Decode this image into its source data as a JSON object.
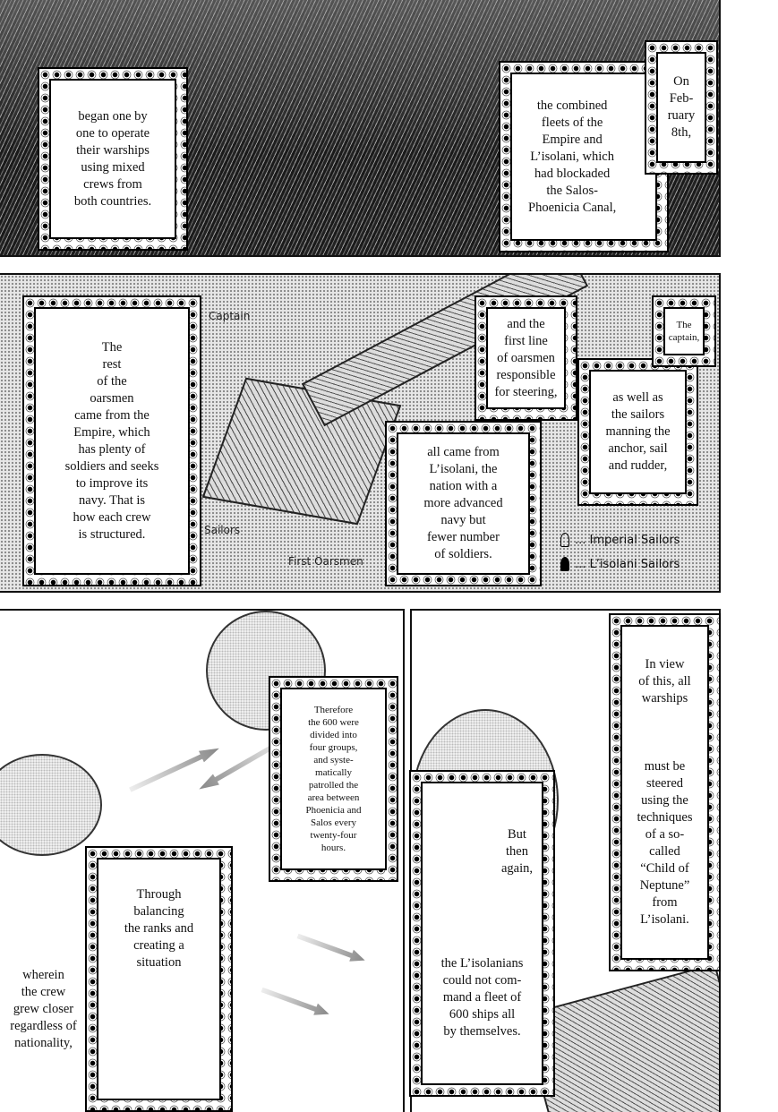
{
  "panel1": {
    "caption_left": "began one by\none to operate\ntheir warships\nusing mixed\ncrews from\nboth countries.",
    "caption_right_top": "On\nFeb-\nruary\n8th,",
    "caption_right_main": "the combined\nfleets of the\nEmpire and\nL’isolani, which\nhad blockaded\nthe Salos-\nPhoenicia Canal,"
  },
  "panel2": {
    "caption_left": "The\nrest\nof the\noarsmen\ncame from the\nEmpire, which\nhas plenty of\nsoldiers and seeks\nto improve its\nnavy. That is\nhow each crew\nis structured.",
    "caption_mid_top": "and the\nfirst line\nof oarsmen\nresponsible\nfor steering,",
    "caption_mid_bottom": "all came from\nL’isolani, the\nnation with a\nmore advanced\nnavy but\nfewer number\nof soldiers.",
    "caption_right_top": "The\ncaptain,",
    "caption_right_main": "as well as\nthe sailors\nmanning the\nanchor, sail\nand rudder,",
    "labels": {
      "captain": "Captain",
      "sailors": "Sailors",
      "first_oarsmen": "First Oarsmen"
    },
    "legend": [
      {
        "icon": "outlined-figure-icon",
        "label": "... Imperial Sailors"
      },
      {
        "icon": "filled-figure-icon",
        "label": "... L’isolani Sailors"
      }
    ]
  },
  "panel3": {
    "caption_top": "Therefore\nthe 600 were\ndivided into\nfour groups,\nand syste-\nmatically\npatrolled the\narea between\nPhoenicia and\nSalos every\ntwenty-four\nhours.",
    "caption_bottom": "Through\nbalancing\nthe ranks and\ncreating a\nsituation",
    "free_text": "wherein\nthe crew\ngrew closer\nregardless of\nnationality,"
  },
  "panel4": {
    "caption_right_top": "In view\nof this, all\nwarships",
    "caption_right_main": "must be\nsteered\nusing the\ntechniques\nof a so-\ncalled\n“Child of\nNeptune”\nfrom\nL’isolani.",
    "caption_left_top": "But\nthen\nagain,",
    "caption_left_main": "the L’isolanians\ncould not com-\nmand a fleet of\n600 ships all\nby themselves."
  }
}
